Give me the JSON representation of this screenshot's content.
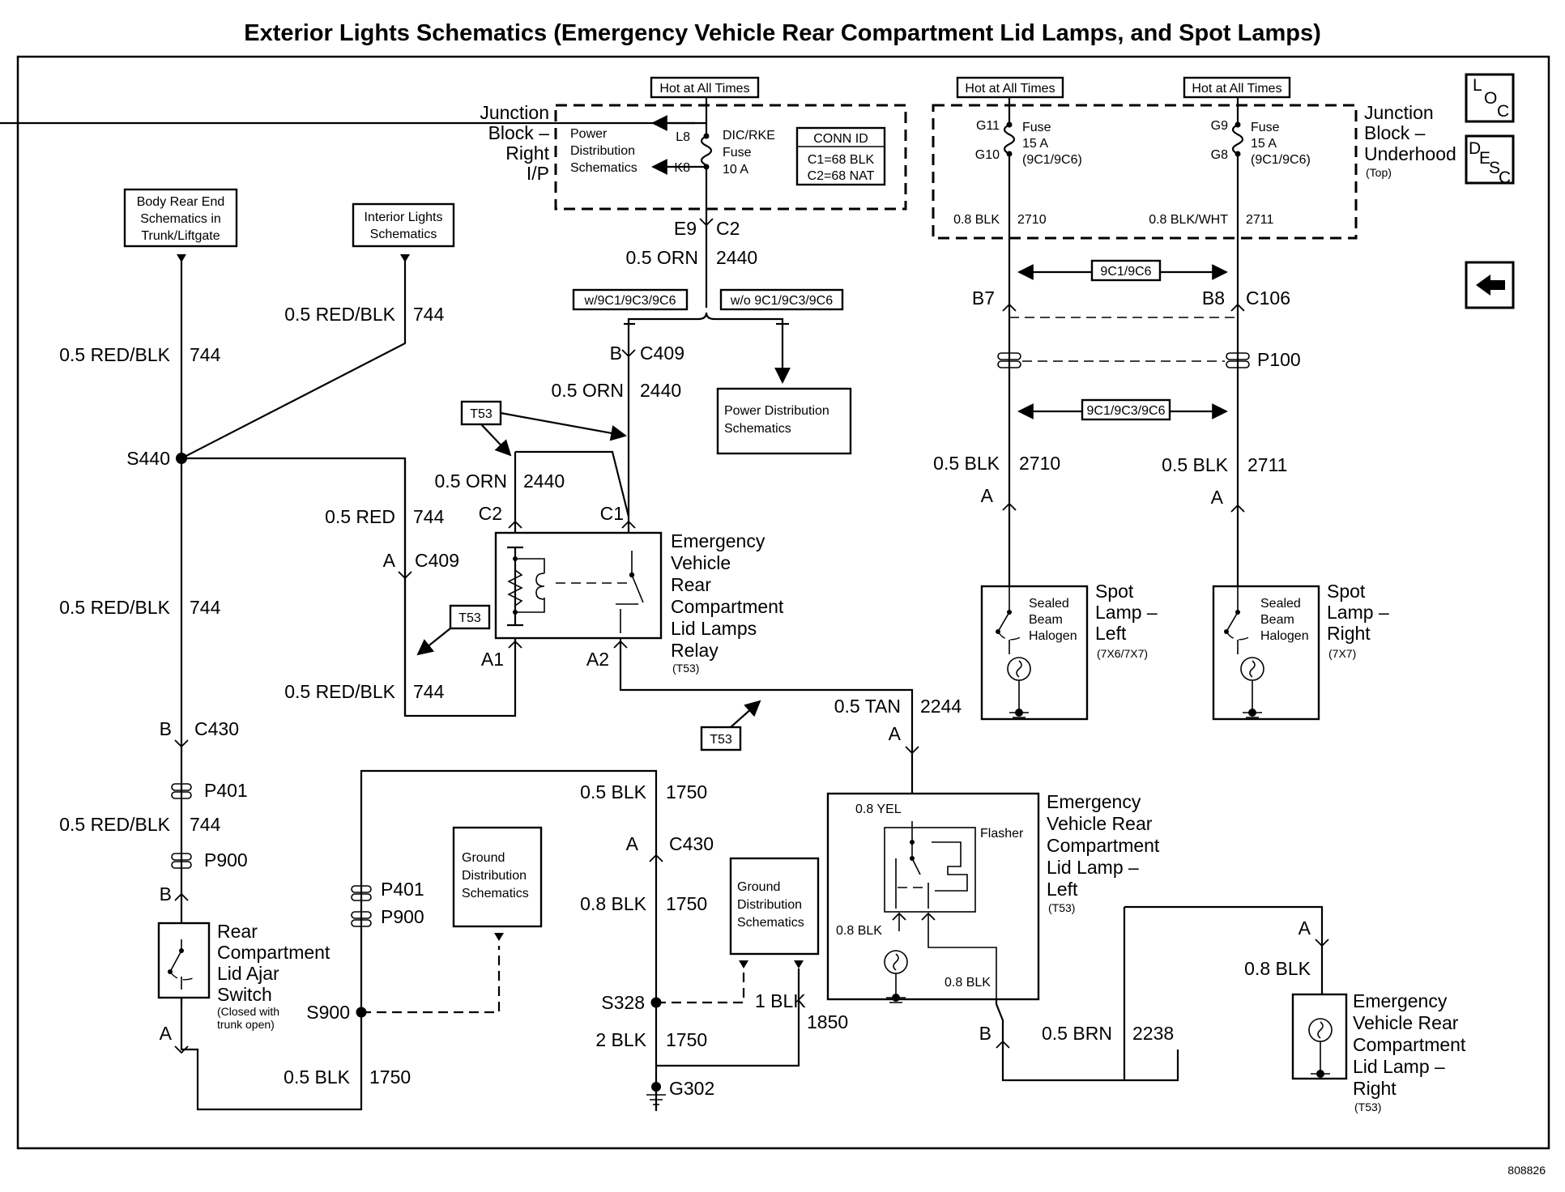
{
  "title": "Exterior Lights Schematics (Emergency Vehicle Rear Compartment Lid Lamps, and Spot Lamps)",
  "figure_id": "808826",
  "nav": {
    "loc_label": "LOC",
    "desc_label": "DESC",
    "back_icon": "left-arrow-icon"
  },
  "junction_right_ip": {
    "label_lines": [
      "Junction",
      "Block –",
      "Right",
      "I/P"
    ],
    "hot_label": "Hot at All Times",
    "power_dist_lines": [
      "Power",
      "Distribution",
      "Schematics"
    ],
    "pin_l8": "L8",
    "pin_k8": "K8",
    "fuse_lines": [
      "DIC/RKE",
      "Fuse",
      "10 A"
    ],
    "conn_id": {
      "title": "CONN ID",
      "c1": "C1=68 BLK",
      "c2": "C2=68 NAT"
    },
    "out_pin": "E9",
    "out_conn": "C2"
  },
  "junction_underhood": {
    "label_lines": [
      "Junction",
      "Block –",
      "Underhood"
    ],
    "label_sub": "(Top)",
    "hot_left": "Hot at All Times",
    "hot_right": "Hot at All Times",
    "fuse_left": {
      "pin_top": "G11",
      "pin_bot": "G10",
      "lines": [
        "Fuse",
        "15 A",
        "(9C1/9C6)"
      ]
    },
    "fuse_right": {
      "pin_top": "G9",
      "pin_bot": "G8",
      "lines": [
        "Fuse",
        "15 A",
        "(9C1/9C6)"
      ]
    },
    "wire_left": {
      "gauge": "0.8 BLK",
      "circuit": "2710"
    },
    "wire_right": {
      "gauge": "0.8 BLK/WHT",
      "circuit": "2711"
    }
  },
  "wires": {
    "orn_top": {
      "gauge": "0.5 ORN",
      "circuit": "2440"
    },
    "orn_mid": {
      "gauge": "0.5 ORN",
      "circuit": "2440"
    },
    "orn_relay": {
      "gauge": "0.5 ORN",
      "circuit": "2440"
    },
    "redblk_interior": {
      "gauge": "0.5 RED/BLK",
      "circuit": "744"
    },
    "redblk_body": {
      "gauge": "0.5 RED/BLK",
      "circuit": "744"
    },
    "redblk_mid": {
      "gauge": "0.5 RED/BLK",
      "circuit": "744"
    },
    "red_relay": {
      "gauge": "0.5 RED",
      "circuit": "744"
    },
    "redblk_relay": {
      "gauge": "0.5 RED/BLK",
      "circuit": "744"
    },
    "redblk_p401": {
      "gauge": "0.5 RED/BLK",
      "circuit": "744"
    },
    "tan": {
      "gauge": "0.5 TAN",
      "circuit": "2244"
    },
    "blk_top": {
      "gauge": "0.5 BLK",
      "circuit": "1750"
    },
    "blk_mid": {
      "gauge": "0.8 BLK",
      "circuit": "1750"
    },
    "blk_low": {
      "gauge": "2 BLK",
      "circuit": "1750"
    },
    "blk_1850": {
      "gauge": "1 BLK",
      "circuit": "1850"
    },
    "blk_bottom": {
      "gauge": "0.5 BLK",
      "circuit": "1750"
    },
    "spot_left": {
      "gauge": "0.5 BLK",
      "circuit": "2710"
    },
    "spot_right": {
      "gauge": "0.5 BLK",
      "circuit": "2711"
    },
    "brn": {
      "gauge": "0.5 BRN",
      "circuit": "2238"
    },
    "right_lamp": {
      "gauge": "0.8 BLK"
    }
  },
  "connectors": {
    "c409_top": {
      "pin": "B",
      "name": "C409"
    },
    "c409_side": {
      "pin": "A",
      "name": "C409"
    },
    "c430_left": {
      "pin": "B",
      "name": "C430"
    },
    "c430_mid": {
      "pin": "A",
      "name": "C430"
    },
    "c106": {
      "pin_l": "B7",
      "pin_r": "B8",
      "name": "C106"
    },
    "p100": "P100",
    "p401_left": "P401",
    "p900_left": "P900",
    "p401_mid": "P401",
    "p900_mid": "P900",
    "switch_pin_top": "B",
    "switch_pin_bot": "A",
    "tan_pin": "A",
    "brn_pin": "B",
    "right_lamp_pin": "A",
    "spot_left_pin": "A",
    "spot_right_pin": "A"
  },
  "options": {
    "w": "w/9C1/9C3/9C6",
    "wo": "w/o 9C1/9C3/9C6",
    "c106_option": "9C1/9C6",
    "p100_option": "9C1/9C3/9C6"
  },
  "splices": {
    "s440": "S440",
    "s900": "S900",
    "s328": "S328",
    "g302": "G302"
  },
  "ref_boxes": {
    "body_rear": [
      "Body Rear End",
      "Schematics in",
      "Trunk/Liftgate"
    ],
    "interior": [
      "Interior Lights",
      "Schematics"
    ],
    "power_dist": [
      "Power Distribution",
      "Schematics"
    ],
    "ground_left": [
      "Ground",
      "Distribution",
      "Schematics"
    ],
    "ground_right": [
      "Ground",
      "Distribution",
      "Schematics"
    ]
  },
  "t53_tags": [
    "T53",
    "T53",
    "T53"
  ],
  "relay": {
    "label_lines": [
      "Emergency",
      "Vehicle",
      "Rear",
      "Compartment",
      "Lid Lamps",
      "Relay"
    ],
    "sub": "(T53)",
    "c2": "C2",
    "c1": "C1",
    "a1": "A1",
    "a2": "A2"
  },
  "lamp_left": {
    "label_lines": [
      "Emergency",
      "Vehicle Rear",
      "Compartment",
      "Lid Lamp –",
      "Left"
    ],
    "sub": "(T53)",
    "yel": "0.8 YEL",
    "flasher": "Flasher",
    "blk_a": "0.8 BLK",
    "blk_b": "0.8 BLK"
  },
  "lamp_right": {
    "label_lines": [
      "Emergency",
      "Vehicle Rear",
      "Compartment",
      "Lid Lamp –",
      "Right"
    ],
    "sub": "(T53)"
  },
  "spot_left": {
    "inner_lines": [
      "Sealed",
      "Beam",
      "Halogen"
    ],
    "label_lines": [
      "Spot",
      "Lamp –",
      "Left"
    ],
    "sub": "(7X6/7X7)"
  },
  "spot_right": {
    "inner_lines": [
      "Sealed",
      "Beam",
      "Halogen"
    ],
    "label_lines": [
      "Spot",
      "Lamp –",
      "Right"
    ],
    "sub": "(7X7)"
  },
  "switch": {
    "label_lines": [
      "Rear",
      "Compartment",
      "Lid Ajar",
      "Switch"
    ],
    "sub_lines": [
      "(Closed with",
      "trunk open)"
    ]
  }
}
